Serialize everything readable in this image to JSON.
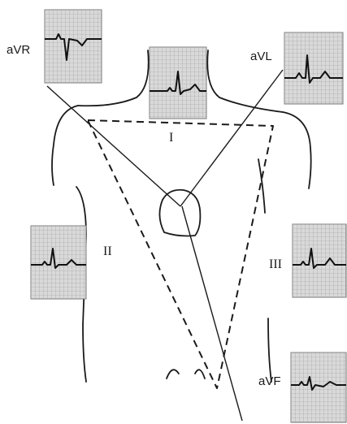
{
  "labels": {
    "aVR": "aVR",
    "aVL": "aVL",
    "aVF": "aVF",
    "lead_I": "I",
    "lead_II": "II",
    "lead_III": "III"
  },
  "colors": {
    "ink": "#1a1a1a",
    "ecg_paper": "#d9d9d9",
    "ecg_grid": "#9a9a9a"
  }
}
